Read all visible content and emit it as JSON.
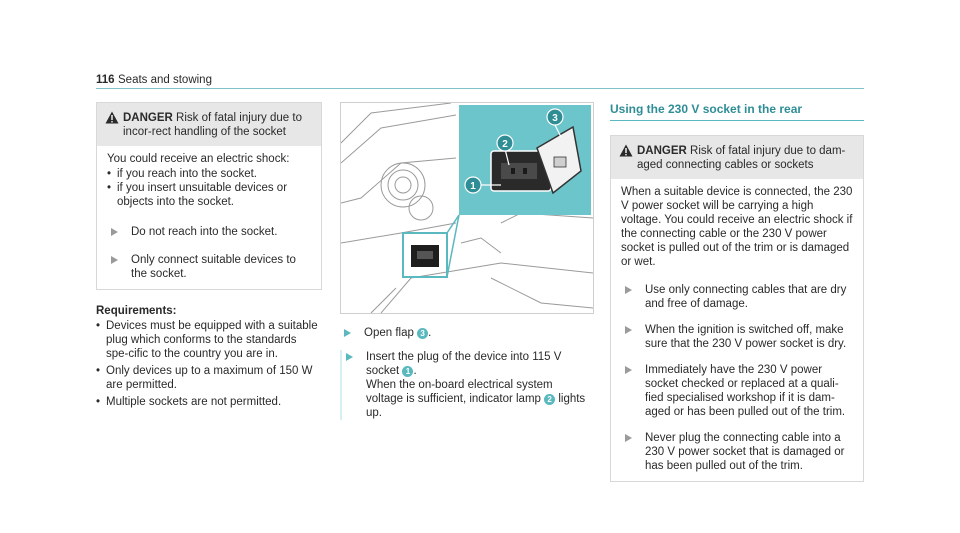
{
  "header": {
    "page_number": "116",
    "title": "Seats and stowing"
  },
  "left": {
    "danger": {
      "label": "DANGER",
      "text": " Risk of fatal injury due to incor-rect handling of the socket",
      "intro": "You could receive an electric shock:",
      "bullets": [
        "if you reach into the socket.",
        "if you insert unsuitable devices or objects into the socket."
      ],
      "steps": [
        "Do not reach into the socket.",
        "Only connect suitable devices to the socket."
      ]
    },
    "requirements": {
      "title": "Requirements:",
      "items": [
        "Devices must be equipped with a suitable plug which conforms to the standards spe-cific to the country you are in.",
        "Only devices up to a maximum of 150 W are permitted.",
        "Multiple sockets are not permitted."
      ]
    }
  },
  "middle": {
    "figure": {
      "callouts": [
        "1",
        "2",
        "3"
      ]
    },
    "steps": [
      {
        "pre": "Open flap ",
        "badge": "3",
        "post": "."
      },
      {
        "pre": "Insert the plug of the device into 115 V socket ",
        "badge": "1",
        "post": ".",
        "extra_pre": "When the on-board electrical system voltage is sufficient, indicator lamp ",
        "extra_badge": "2",
        "extra_post": " lights up."
      }
    ]
  },
  "right": {
    "section_title": "Using the 230 V socket in the rear",
    "danger": {
      "label": "DANGER",
      "text": " Risk of fatal injury due to dam-aged connecting cables or sockets",
      "body": "When a suitable device is connected, the 230 V power socket will be carrying a high voltage. You could receive an electric shock if the connecting cable or the 230 V power socket is pulled out of the trim or is damaged or wet.",
      "steps": [
        "Use only connecting cables that are dry and free of damage.",
        "When the ignition is switched off, make sure that the 230 V power socket is dry.",
        "Immediately have the 230 V power socket checked or replaced at a quali-fied specialised workshop if it is dam-aged or has been pulled out of the trim.",
        "Never plug the connecting cable into a 230 V power socket that is damaged or has been pulled out of the trim."
      ]
    }
  },
  "colors": {
    "accent": "#5ab8bf",
    "title": "#2f8d96",
    "warn_bg": "#e7e7e7"
  }
}
